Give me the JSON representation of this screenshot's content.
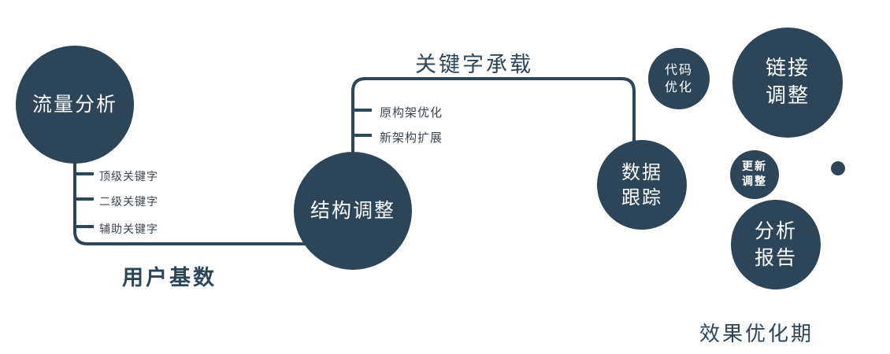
{
  "diagram": {
    "colors": {
      "node": "#2e4557",
      "background": "#ffffff",
      "tick_text": "#3c4650"
    },
    "nodes": {
      "traffic": {
        "label": "流量分析"
      },
      "structure": {
        "label": "结构调整"
      },
      "tracking": {
        "label": "数据\n跟踪"
      },
      "code": {
        "label": "代码\n优化"
      },
      "link": {
        "label": "链接\n调整"
      },
      "update": {
        "label": "更新\n调整"
      },
      "report": {
        "label": "分析\n报告"
      }
    },
    "edge_labels": {
      "keyword_carry": "关键字承载",
      "user_base": "用户基数",
      "effect_period": "效果优化期"
    },
    "ticks": {
      "traffic_branch": [
        "顶级关键字",
        "二级关键字",
        "辅助关键字"
      ],
      "structure_branch": [
        "原构架优化",
        "新架构扩展"
      ]
    }
  }
}
